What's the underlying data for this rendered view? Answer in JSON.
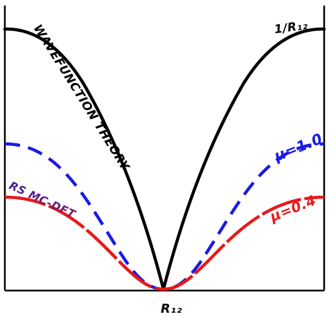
{
  "labels": {
    "wavefunction": "WAVEFUNCTION THEORY",
    "inv_r": "1/R₁₂",
    "mu1": "μ=1.0",
    "mu04": "μ=0.4",
    "rsmc": "RS MC-DFT",
    "xaxis": "R₁₂"
  },
  "colors": {
    "black_curve": "#000000",
    "blue_curve": "#1a1ae6",
    "red_curve": "#e61a1a",
    "rsmc_text_top": "#3b1fa8",
    "rsmc_text_bottom": "#8b1a4a"
  }
}
